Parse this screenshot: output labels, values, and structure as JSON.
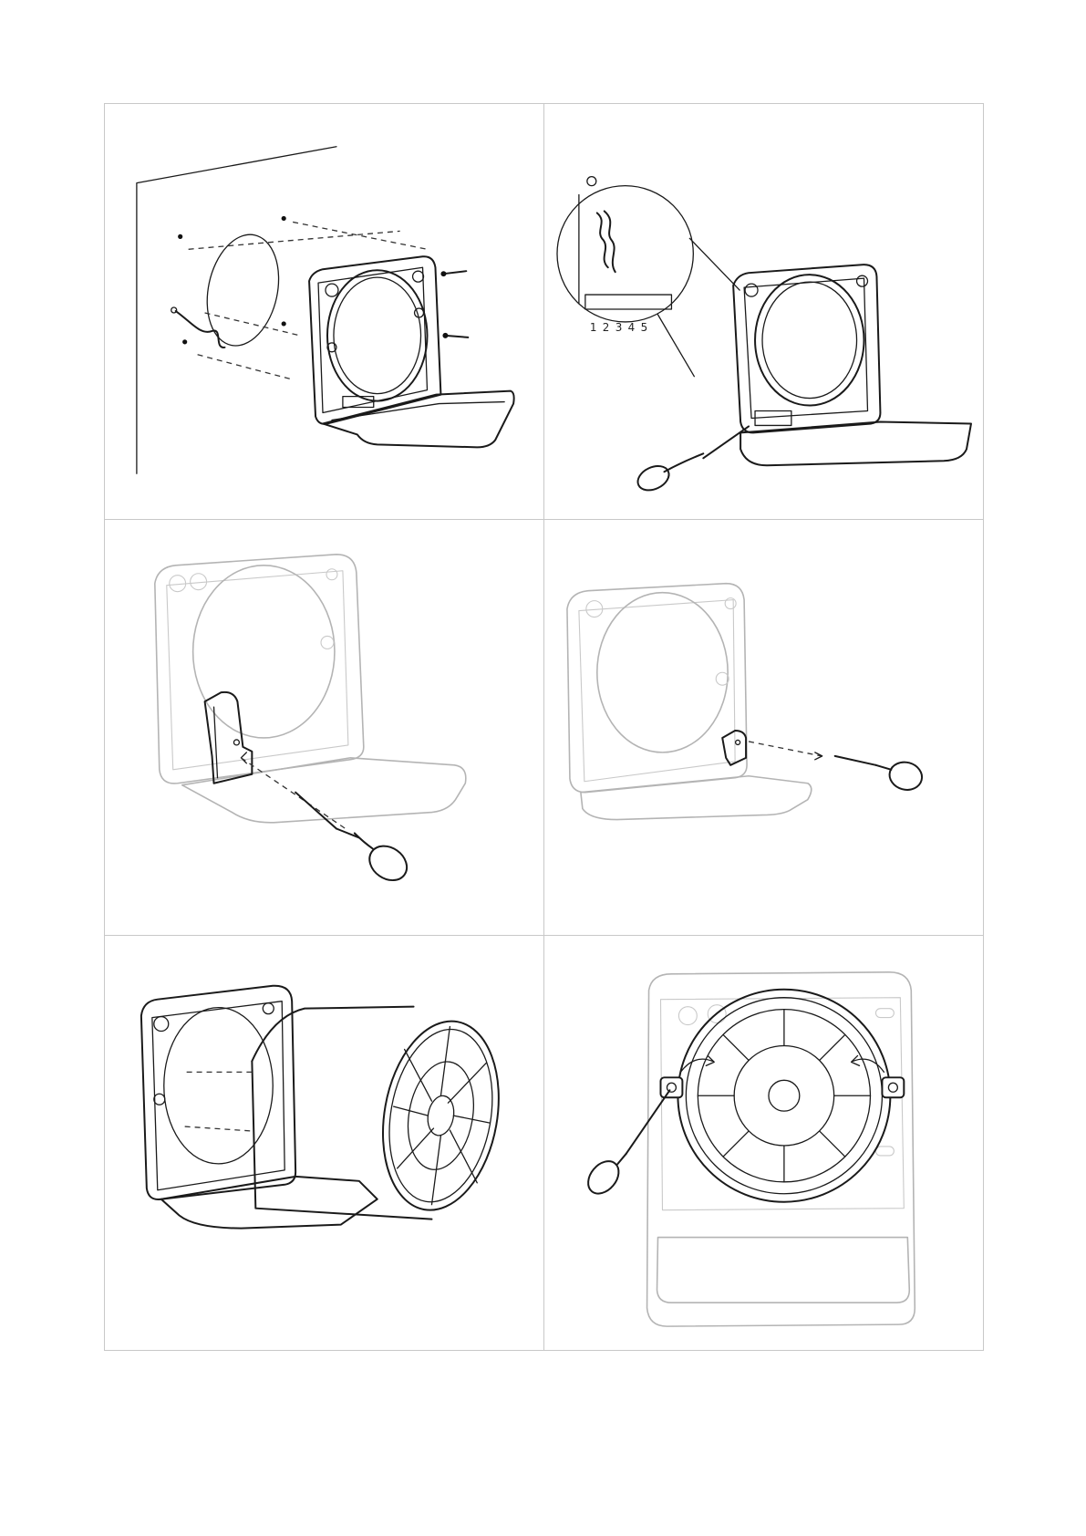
{
  "page": {
    "background": "#ffffff",
    "grid_line_color": "#c8c8c8"
  },
  "panels": [
    {
      "id": 1,
      "description_icon": "wall-mount-frame-icon"
    },
    {
      "id": 2,
      "description_icon": "terminal-wiring-icon",
      "terminal_numbers": [
        "1",
        "2",
        "3",
        "4",
        "5"
      ]
    },
    {
      "id": 3,
      "description_icon": "cover-screwdriver-icon"
    },
    {
      "id": 4,
      "description_icon": "clip-screwdriver-icon"
    },
    {
      "id": 5,
      "description_icon": "insert-cylinder-icon"
    },
    {
      "id": 6,
      "description_icon": "rotate-lock-icon"
    }
  ]
}
